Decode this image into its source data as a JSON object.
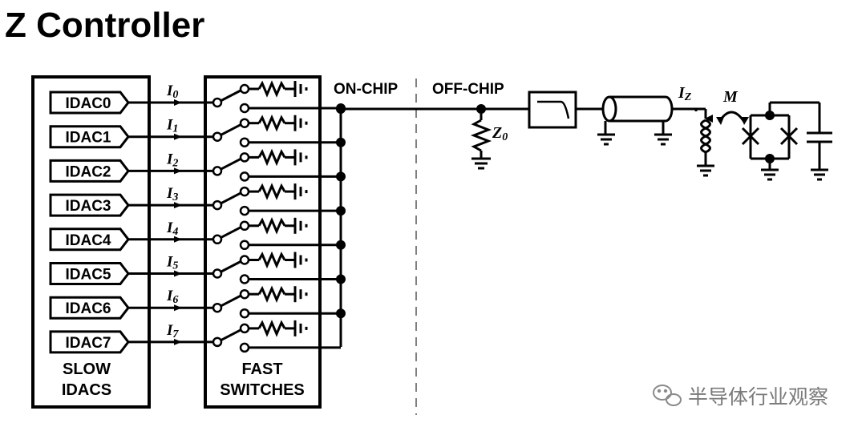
{
  "page": {
    "title": "Z Controller"
  },
  "diagram": {
    "idacs": [
      "IDAC0",
      "IDAC1",
      "IDAC2",
      "IDAC3",
      "IDAC4",
      "IDAC5",
      "IDAC6",
      "IDAC7"
    ],
    "currents": [
      {
        "symbol": "I",
        "sub": "0"
      },
      {
        "symbol": "I",
        "sub": "1"
      },
      {
        "symbol": "I",
        "sub": "2"
      },
      {
        "symbol": "I",
        "sub": "3"
      },
      {
        "symbol": "I",
        "sub": "4"
      },
      {
        "symbol": "I",
        "sub": "5"
      },
      {
        "symbol": "I",
        "sub": "6"
      },
      {
        "symbol": "I",
        "sub": "7"
      }
    ],
    "slow_label_1": "SLOW",
    "slow_label_2": "IDACS",
    "fast_label_1": "FAST",
    "fast_label_2": "SWITCHES",
    "on_chip": "ON-CHIP",
    "off_chip": "OFF-CHIP",
    "z0": {
      "symbol": "Z",
      "sub": "0"
    },
    "iz": {
      "symbol": "I",
      "sub": "Z"
    },
    "m": "M"
  },
  "watermark": {
    "text": "半导体行业观察"
  }
}
